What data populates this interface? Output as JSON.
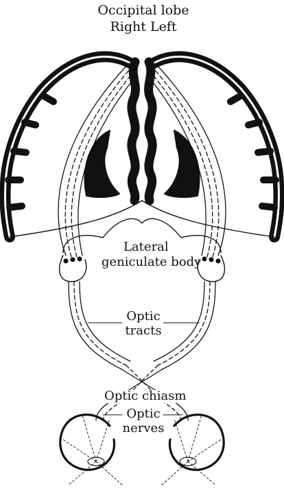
{
  "labels": {
    "occipital": "Occipital lobe",
    "right_left": "Right Left",
    "lgb_line1": "Lateral",
    "lgb_line2": "geniculate body",
    "tracts_line1": "Optic",
    "tracts_line2": "tracts",
    "chiasm": "Optic chiasm",
    "nerves_line1": "Optic",
    "nerves_line2": "nerves"
  },
  "colors": {
    "ink": "#111111",
    "background": "#ffffff"
  }
}
